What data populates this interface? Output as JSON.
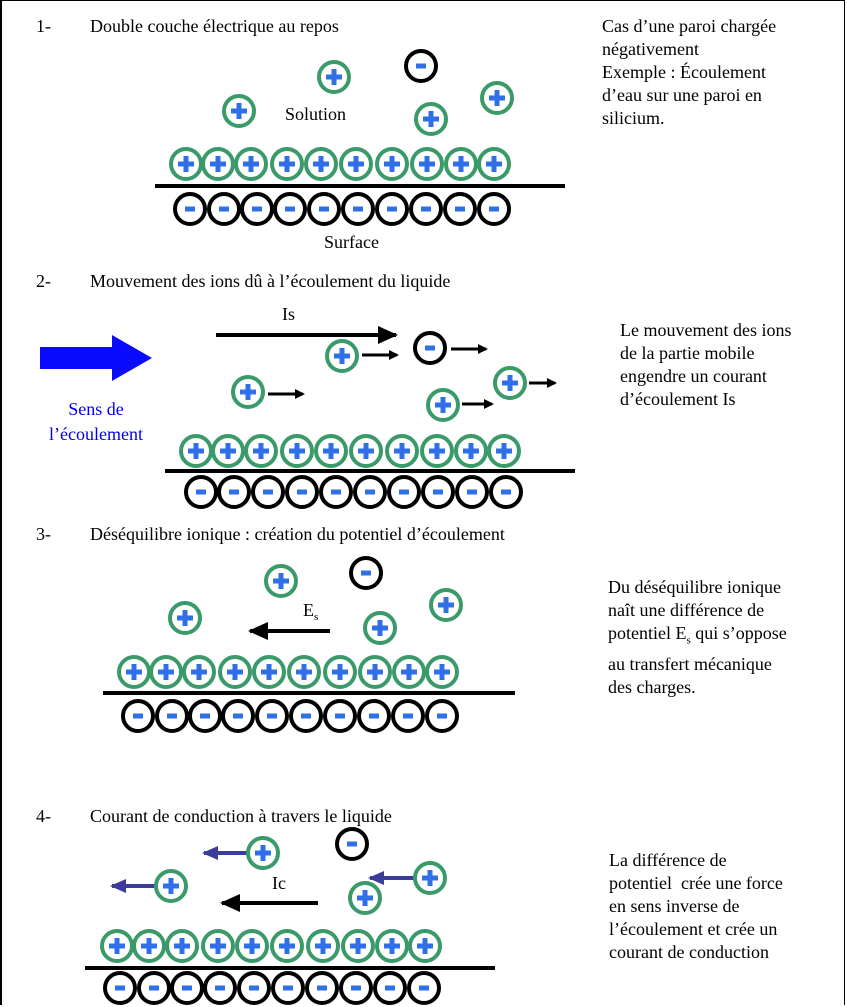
{
  "panels": [
    {
      "number": "1-",
      "title": "Double couche électrique au repos",
      "label_solution": "Solution",
      "label_surface": "Surface",
      "description_lines": [
        "Cas d’une paroi chargée",
        "négativement",
        "Exemple : Écoulement",
        "d’eau sur une paroi en",
        "silicium."
      ]
    },
    {
      "number": "2-",
      "title": "Mouvement des ions dû à l’écoulement du liquide",
      "current_label": "Is",
      "flow_label_lines": [
        "Sens de",
        "l’écoulement"
      ],
      "description_lines": [
        "Le mouvement des ions",
        "de la partie mobile",
        "engendre un courant",
        "d’écoulement Is"
      ]
    },
    {
      "number": "3-",
      "title": "Déséquilibre ionique : création du potentiel d’écoulement",
      "field_label": "E",
      "field_label_sub": "s",
      "description": {
        "l1": "Du déséquilibre ionique",
        "l2": "naît une différence de",
        "l3a": "potentiel E",
        "l3sub": "s",
        "l3b": " qui s’oppose",
        "l4": "au transfert mécanique",
        "l5": "des charges."
      }
    },
    {
      "number": "4-",
      "title": "Courant de conduction à travers le liquide",
      "current_label": "Ic",
      "description_lines": [
        "La différence de",
        "potentiel  crée une force",
        "en sens inverse de",
        "l’écoulement et crée un",
        "courant de conduction"
      ]
    }
  ],
  "colors": {
    "positive_ring": "#3a9a6a",
    "positive_sign": "#2f6fe8",
    "negative_ring": "#000000",
    "negative_sign": "#2f6fe8",
    "flow_arrow": "#0a0aff",
    "flow_text": "#0000ee",
    "conduction_arrow": "#3c3c9a"
  }
}
